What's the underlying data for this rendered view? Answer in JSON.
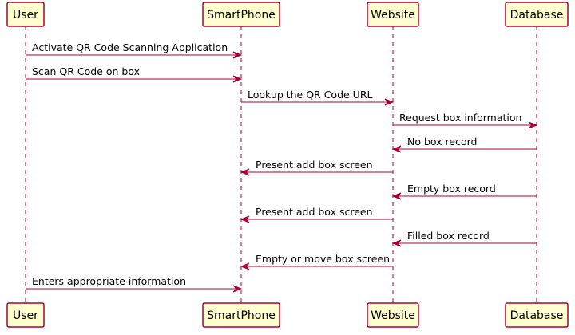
{
  "participants": [
    {
      "id": "user",
      "name": "User"
    },
    {
      "id": "smartphone",
      "name": "SmartPhone"
    },
    {
      "id": "website",
      "name": "Website"
    },
    {
      "id": "database",
      "name": "Database"
    }
  ],
  "messages": [
    {
      "from": "user",
      "to": "smartphone",
      "label": "Activate QR Code Scanning Application"
    },
    {
      "from": "user",
      "to": "smartphone",
      "label": "Scan QR Code on box"
    },
    {
      "from": "smartphone",
      "to": "website",
      "label": "Lookup the QR Code URL"
    },
    {
      "from": "website",
      "to": "database",
      "label": "Request box information"
    },
    {
      "from": "database",
      "to": "website",
      "label": "No box record"
    },
    {
      "from": "website",
      "to": "smartphone",
      "label": "Present add box screen"
    },
    {
      "from": "database",
      "to": "website",
      "label": "Empty box record"
    },
    {
      "from": "website",
      "to": "smartphone",
      "label": "Present add box screen"
    },
    {
      "from": "database",
      "to": "website",
      "label": "Filled box record"
    },
    {
      "from": "website",
      "to": "smartphone",
      "label": "Empty or move box screen"
    },
    {
      "from": "user",
      "to": "smartphone",
      "label": "Enters appropriate information"
    }
  ],
  "colors": {
    "line": "#a80036",
    "box_fill": "#fefece",
    "text": "#000000"
  }
}
